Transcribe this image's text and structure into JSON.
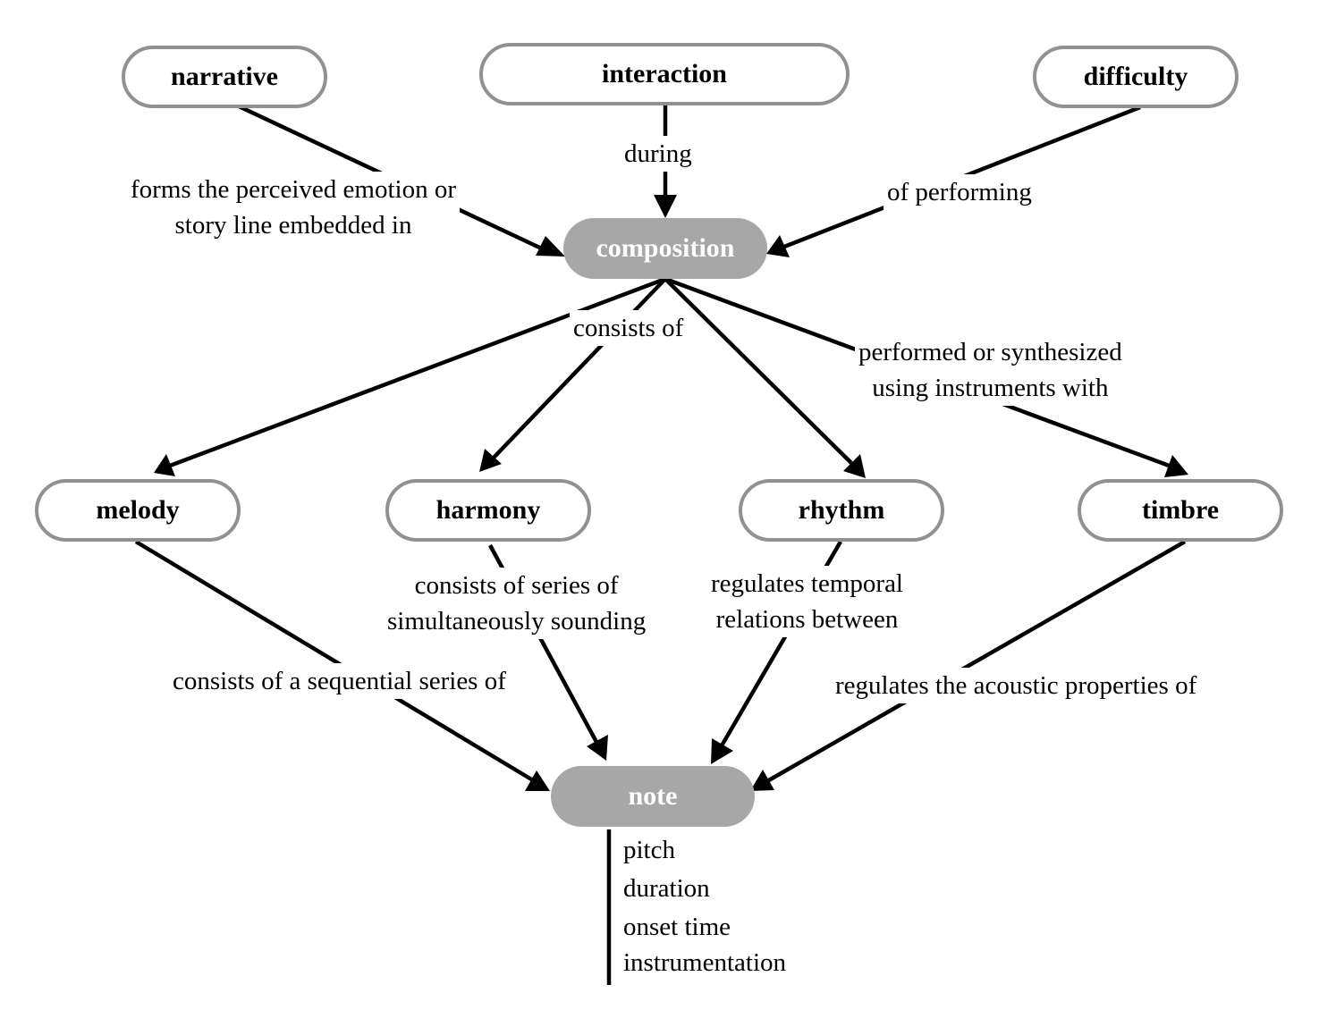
{
  "nodes": {
    "narrative": "narrative",
    "interaction": "interaction",
    "difficulty": "difficulty",
    "composition": "composition",
    "melody": "melody",
    "harmony": "harmony",
    "rhythm": "rhythm",
    "timbre": "timbre",
    "note": "note"
  },
  "edge_labels": {
    "narrative_composition": [
      "forms the perceived emotion or",
      "story line embedded in"
    ],
    "interaction_composition": [
      "during"
    ],
    "difficulty_composition": [
      "of performing"
    ],
    "composition_parts": [
      "consists of"
    ],
    "composition_timbre": [
      "performed or synthesized",
      "using instruments with"
    ],
    "melody_note": [
      "consists of a sequential series of"
    ],
    "harmony_note": [
      "consists of series of",
      "simultaneously sounding"
    ],
    "rhythm_note": [
      "regulates temporal",
      "relations between"
    ],
    "timbre_note": [
      "regulates the acoustic properties of"
    ]
  },
  "note_attributes": [
    "pitch",
    "duration",
    "onset time",
    "instrumentation"
  ]
}
